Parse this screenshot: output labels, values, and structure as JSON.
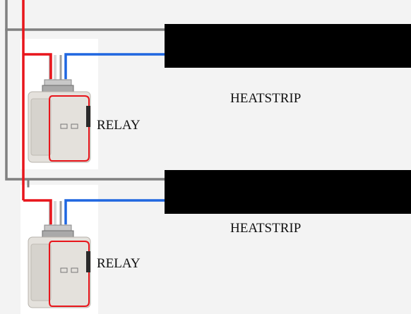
{
  "colors": {
    "background": "#f3f3f3",
    "neutral_wire": "#808080",
    "hot_wire": "#e8151b",
    "load_wire": "#1f66e0",
    "heatstrip": "#000000",
    "relay_body": "#e4e1dc",
    "relay_trim": "#e8151b"
  },
  "heatstrips": [
    {
      "label": "HEATSTRIP"
    },
    {
      "label": "HEATSTRIP"
    }
  ],
  "relays": [
    {
      "label": "RELAY"
    },
    {
      "label": "RELAY"
    }
  ]
}
